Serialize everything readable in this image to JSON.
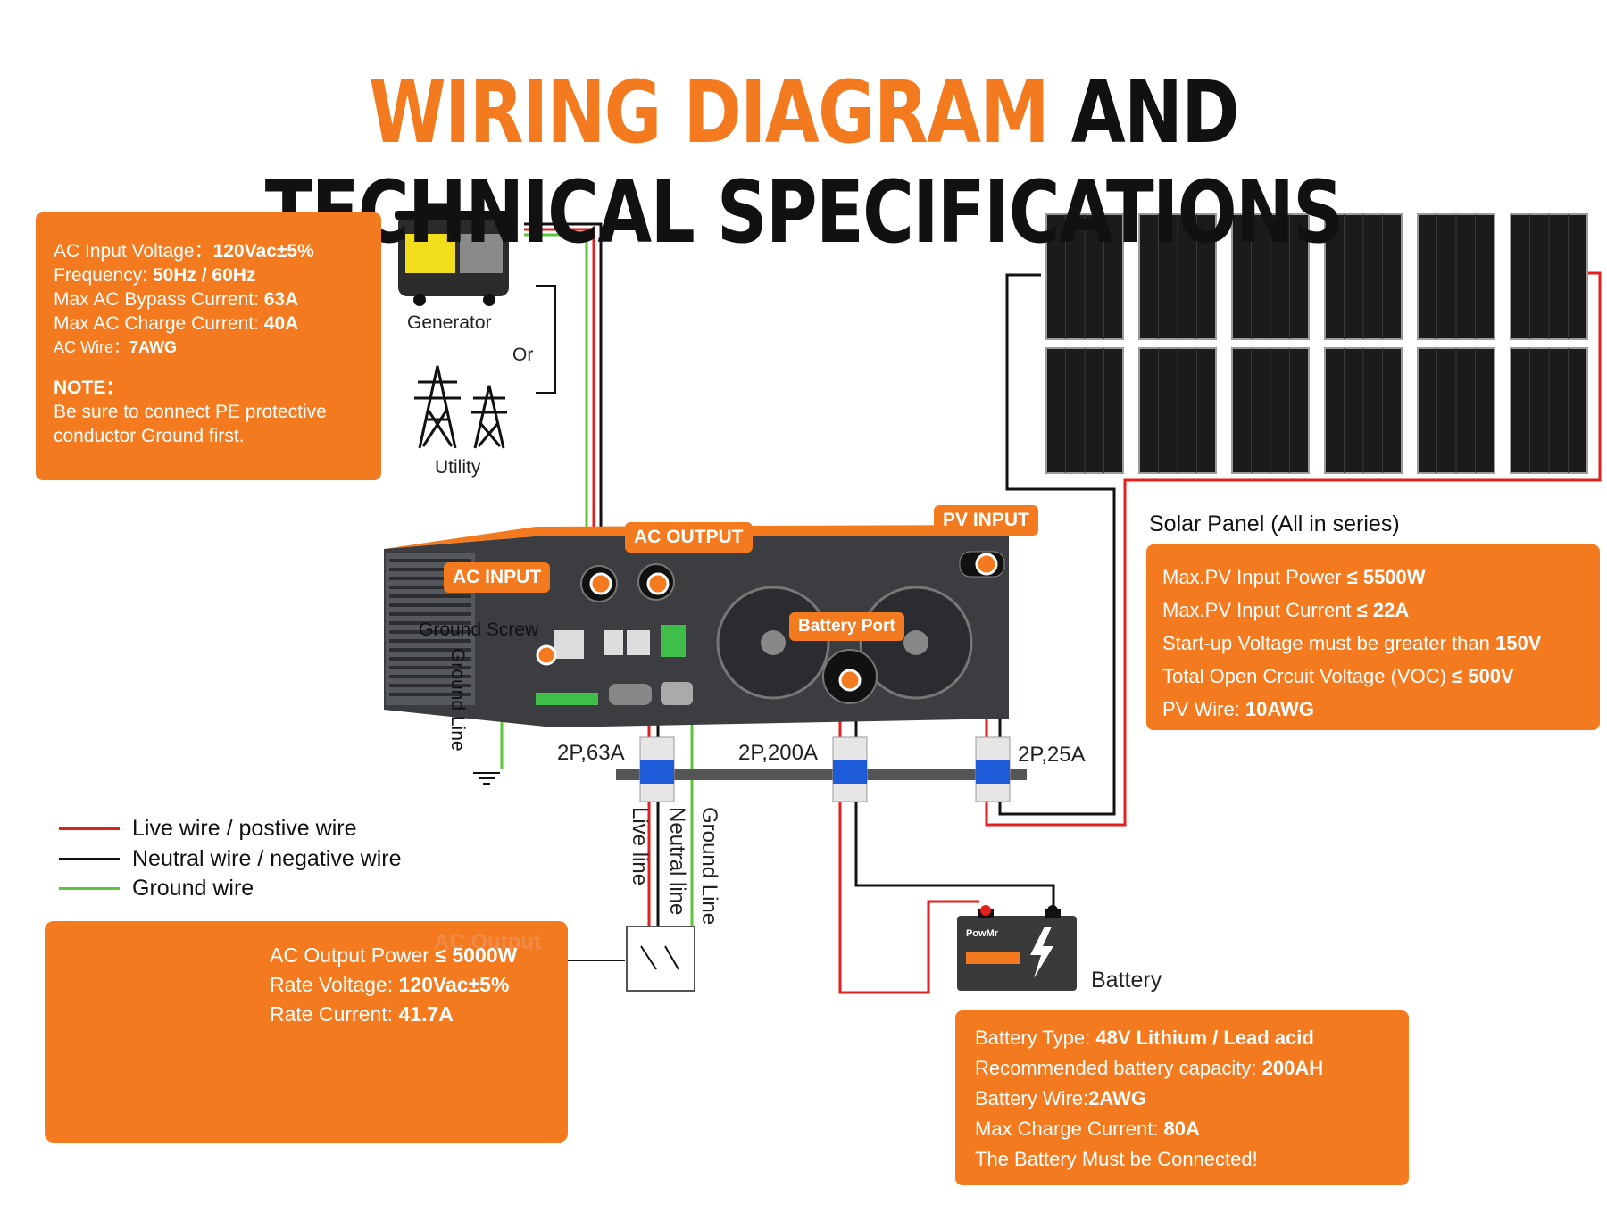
{
  "title": {
    "part1": "WIRING DIAGRAM",
    "part2": "AND TECHNICAL SPECIFICATIONS"
  },
  "colors": {
    "accent": "#f47a1f",
    "live_wire": "#e0201e",
    "neutral_wire": "#111111",
    "ground_wire": "#5cc63a",
    "panel": "#1b1b1b",
    "inverter": "#3b3d41"
  },
  "ac_input_box": {
    "rows": [
      {
        "label": "AC Input Voltage：",
        "value": "120Vac±5%"
      },
      {
        "label": "Frequency: ",
        "value": "50Hz / 60Hz"
      },
      {
        "label": "Max AC Bypass Current: ",
        "value": "63A"
      },
      {
        "label": "Max AC Charge Current: ",
        "value": "40A"
      },
      {
        "label": "AC Wire：",
        "value": "7AWG"
      }
    ],
    "note_title": "NOTE：",
    "note_line1": "Be sure to  connect PE protective",
    "note_line2": "conductor Ground first."
  },
  "sources": {
    "generator": "Generator",
    "or": "Or",
    "utility": "Utility"
  },
  "inverter_tags": {
    "ac_input": "AC INPUT",
    "ac_output": "AC OUTPUT",
    "pv_input": "PV INPUT",
    "battery_port": "Battery Port",
    "ground_screw": "Ground Screw",
    "ground_line": "Ground Line"
  },
  "solar": {
    "title": "Solar Panel (All in series)",
    "rows": [
      {
        "label": "Max.PV Input Power ",
        "value": "≤ 5500W"
      },
      {
        "label": "Max.PV Input Current ",
        "value": "≤ 22A"
      },
      {
        "label": "Start-up Voltage must be greater than ",
        "value": "150V"
      },
      {
        "label": "Total Open Crcuit Voltage (VOC) ",
        "value": "≤ 500V"
      },
      {
        "label": "PV Wire: ",
        "value": "10AWG"
      }
    ]
  },
  "breakers": {
    "ac": "2P,63A",
    "battery": "2P,200A",
    "pv": "2P,25A"
  },
  "wire_labels": {
    "live": "Live line",
    "neutral": "Neutral line",
    "ground": "Ground Line"
  },
  "legend": [
    {
      "label": "Live wire / postive wire",
      "color": "#e0201e"
    },
    {
      "label": "Neutral wire  / negative wire",
      "color": "#111111"
    },
    {
      "label": "Ground wire",
      "color": "#5cc63a"
    }
  ],
  "ac_output_box": {
    "watermark": "AC Output",
    "rows": [
      {
        "label": "AC Output Power ",
        "value": "≤ 5000W"
      },
      {
        "label": "Rate Voltage: ",
        "value": "120Vac±5%"
      },
      {
        "label": "Rate Current: ",
        "value": "41.7A"
      }
    ]
  },
  "battery": {
    "label": "Battery",
    "brand": "PowMr",
    "rows": [
      {
        "label": "Battery Type: ",
        "value": "48V Lithium / Lead acid"
      },
      {
        "label": "Recommended battery capacity: ",
        "value": "200AH"
      },
      {
        "label": "Battery Wire:",
        "value": "2AWG"
      },
      {
        "label": "Max Charge Current: ",
        "value": "80A"
      },
      {
        "label": "The Battery Must be Connected!",
        "value": ""
      }
    ]
  }
}
